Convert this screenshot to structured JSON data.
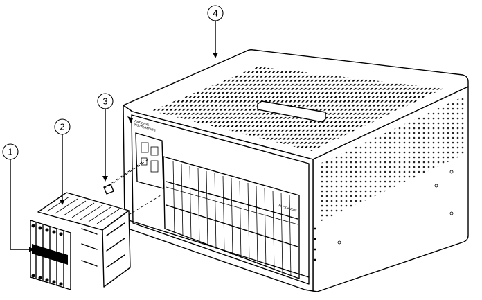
{
  "callouts": [
    {
      "id": "1",
      "label": "1"
    },
    {
      "id": "2",
      "label": "2"
    },
    {
      "id": "3",
      "label": "3"
    },
    {
      "id": "4",
      "label": "4"
    }
  ],
  "chassis": {
    "brand_line1": "NATIONAL",
    "brand_line2": "INSTRUMENTS",
    "model": "NI PXIe-1085"
  }
}
